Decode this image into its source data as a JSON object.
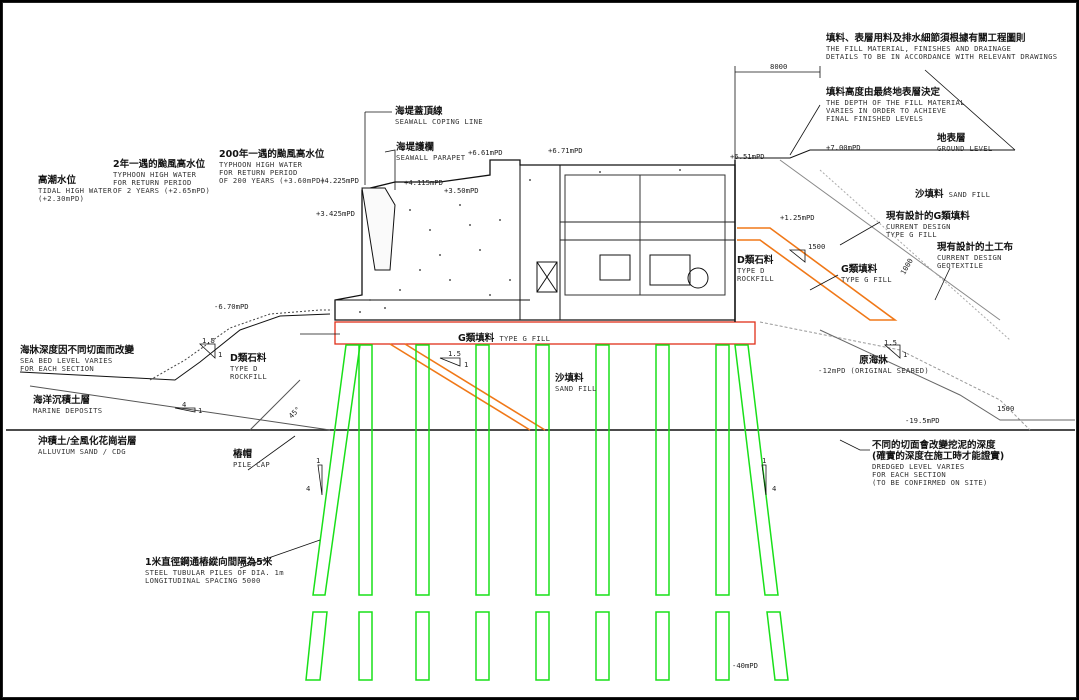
{
  "notes": {
    "fill_material": {
      "zh": "填料、表層用料及排水細節須根據有關工程圖則",
      "en1": "THE FILL MATERIAL, FINISHES AND DRAINAGE",
      "en2": "DETAILS TO BE IN ACCORDANCE WITH RELEVANT DRAWINGS"
    },
    "fill_depth": {
      "zh": "填料高度由最終地表層決定",
      "en1": "THE DEPTH OF THE FILL MATERIAL",
      "en2": "VARIES IN ORDER TO ACHIEVE",
      "en3": "FINAL FINISHED LEVELS"
    },
    "ground_level": {
      "zh": "地表層",
      "en": "GROUND LEVEL"
    },
    "sand_fill_right": {
      "zh": "沙填料",
      "en": "SAND FILL"
    },
    "current_g_fill": {
      "zh": "現有設計的G類填料",
      "en1": "CURRENT DESIGN",
      "en2": "TYPE G FILL"
    },
    "geotextile": {
      "zh": "現有設計的土工布",
      "en1": "CURRENT DESIGN",
      "en2": "GEOTEXTILE"
    },
    "d_rockfill_right": {
      "zh": "D類石料",
      "en1": "TYPE D",
      "en2": "ROCKFILL"
    },
    "g_fill_right": {
      "zh": "G類填料",
      "en": "TYPE G FILL"
    },
    "original_seabed": {
      "zh": "原海牀",
      "en": "-12mPD (ORIGINAL SEABED)"
    },
    "dredged": {
      "zh1": "不同的切面會改變挖泥的深度",
      "zh2": "(確實的深度在施工時才能證實)",
      "en1": "DREDGED LEVEL VARIES",
      "en2": "FOR EACH SECTION",
      "en3": "(TO BE CONFIRMED ON SITE)"
    },
    "coping": {
      "zh": "海堤蓋頂線",
      "en": "SEAWALL COPING LINE"
    },
    "parapet": {
      "zh": "海堤護欄",
      "en": "SEAWALL PARAPET"
    },
    "tidal": {
      "zh": "高潮水位",
      "en": "TIDAL HIGH WATER",
      "lv": "(+2.30mPD)"
    },
    "typhoon2": {
      "zh": "2年一遇的颱風高水位",
      "en1": "TYPHOON HIGH WATER",
      "en2": "FOR RETURN PERIOD",
      "en3": "OF 2 YEARS (+2.65mPD)"
    },
    "typhoon200": {
      "zh": "200年一遇的颱風高水位",
      "en1": "TYPHOON HIGH WATER",
      "en2": "FOR RETURN PERIOD",
      "en3": "OF 200 YEARS (+3.60mPD)"
    },
    "seabed_varies": {
      "zh": "海牀深度因不同切面而改變",
      "en1": "SEA BED LEVEL VARIES",
      "en2": "FOR EACH SECTION"
    },
    "d_rockfill_left": {
      "zh": "D類石料",
      "en1": "TYPE D",
      "en2": "ROCKFILL"
    },
    "marine": {
      "zh": "海洋沉積土層",
      "en": "MARINE DEPOSITS"
    },
    "alluvium": {
      "zh": "沖積土/全風化花崗岩層",
      "en": "ALLUVIUM SAND / CDG"
    },
    "pile_cap": {
      "zh": "樁帽",
      "en": "PILE CAP"
    },
    "g_fill_mid": {
      "zh": "G類填料",
      "en": "TYPE G FILL"
    },
    "sand_fill_mid": {
      "zh": "沙填料",
      "en": "SAND FILL"
    },
    "piles": {
      "zh": "1米直徑鋼通樁縱向間隔為5米",
      "en1": "STEEL TUBULAR PILES OF DIA. 1m",
      "en2": "LONGITUDINAL SPACING 5000"
    }
  },
  "levels": {
    "p4225": "+4.225mPD",
    "p3425": "+3.425mPD",
    "p4115": "+4.115mPD",
    "p350": "+3.50mPD",
    "p661": "+6.61mPD",
    "p671": "+6.71mPD",
    "p651": "+6.51mPD",
    "p700": "+7.00mPD",
    "p125": "+1.25mPD",
    "m670": "-6.70mPD",
    "m195": "-19.5mPD",
    "m40": "-40mPD"
  },
  "dims": {
    "d8000": "8000",
    "d1500a": "1500",
    "d1500b": "1500",
    "d1000": "1000"
  },
  "slopes": {
    "s15a": "1.5",
    "s15b": "1.5",
    "s15c": "1.5",
    "s1a": "1",
    "s1b": "1",
    "s1c": "1",
    "s4": "4",
    "s1d": "1",
    "s4b": "4",
    "s1e": "1",
    "s4c": "4",
    "s1f": "1",
    "angle": "45°"
  },
  "colors": {
    "pile": "#19e019",
    "fill": "#f07818",
    "line": "#111111"
  }
}
